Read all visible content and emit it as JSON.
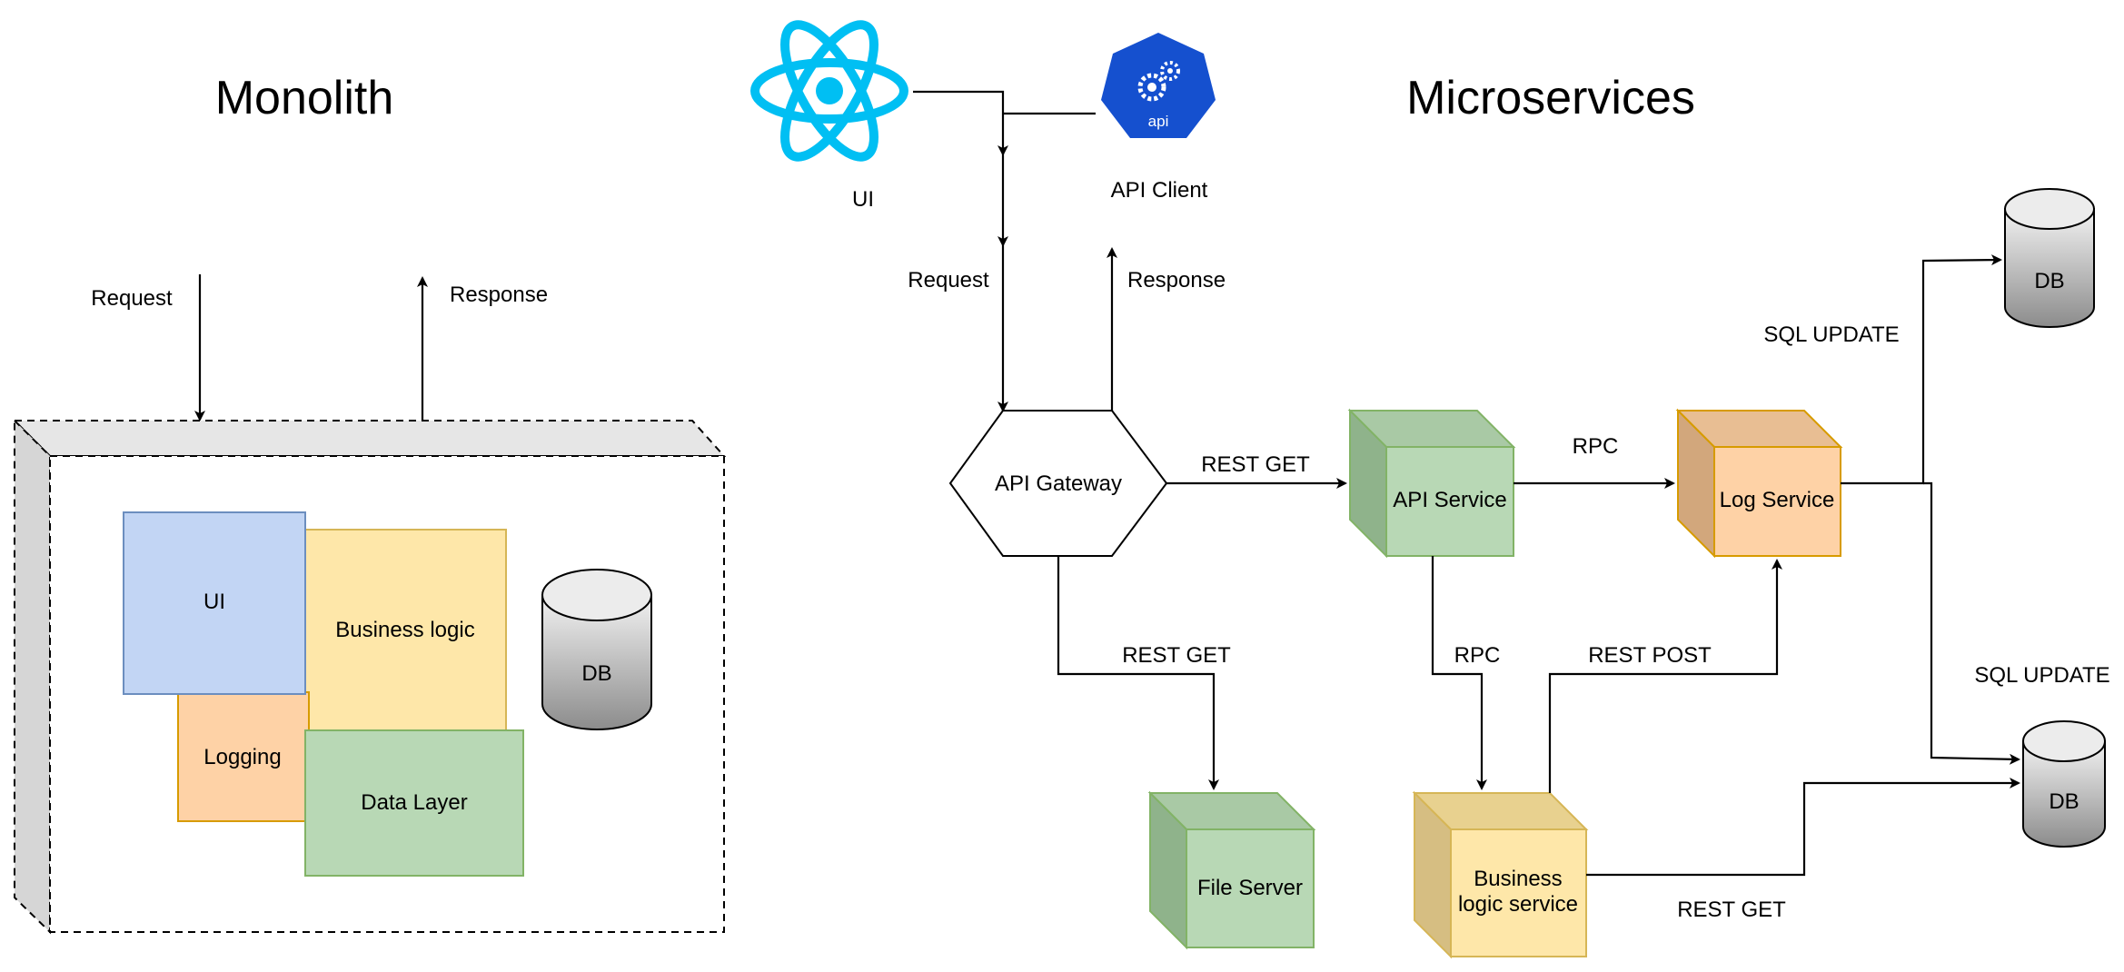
{
  "monolith": {
    "title": "Monolith",
    "request_label": "Request",
    "response_label": "Response",
    "components": {
      "ui": "UI",
      "business_logic": "Business logic",
      "logging": "Logging",
      "data_layer": "Data Layer",
      "db": "DB"
    }
  },
  "microservices": {
    "title": "Microservices",
    "ui_label": "UI",
    "api_client_label": "API Client",
    "api_client_badge": "api",
    "request_label": "Request",
    "response_label": "Response",
    "api_gateway": "API Gateway",
    "api_service": "API Service",
    "log_service": "Log Service",
    "file_server": "File Server",
    "business_logic_service": [
      "Business",
      "logic service"
    ],
    "db_top": "DB",
    "db_bottom": "DB",
    "edges": {
      "gateway_to_api": "REST GET",
      "api_to_log": "RPC",
      "gateway_to_file": "REST GET",
      "api_to_business": "RPC",
      "business_to_log": "REST POST",
      "business_to_db": "REST GET",
      "log_to_db_top": "SQL UPDATE",
      "log_to_db_bottom": "SQL UPDATE"
    }
  },
  "colors": {
    "react_blue": "#00BFF3",
    "kubernetes_blue": "#1550CF",
    "blue_fill": "#C2D5F4",
    "blue_stroke": "#6C8EBF",
    "yellow_fill": "#FEE7A9",
    "yellow_stroke": "#D6B656",
    "orange_fill": "#FED2A6",
    "orange_stroke": "#D79B00",
    "green_fill": "#B8D8B5",
    "green_stroke": "#82B366"
  }
}
